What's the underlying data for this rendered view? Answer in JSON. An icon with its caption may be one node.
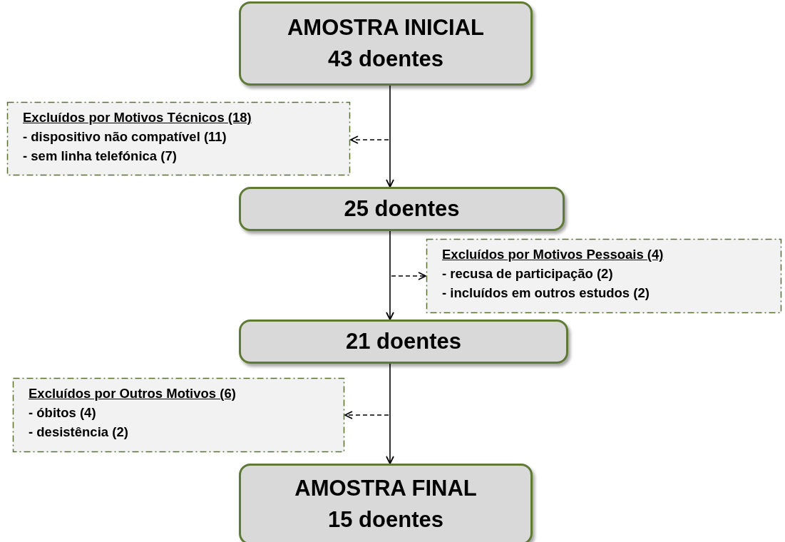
{
  "diagram": {
    "nodes": [
      {
        "text": [
          "AMOSTRA INICIAL",
          "43 doentes"
        ]
      },
      {
        "text": [
          "Excluídos por Motivos Técnicos (18)",
          "- dispositivo não compatível (11)",
          "- sem linha telefónica (7)"
        ]
      },
      {
        "text": [
          "25 doentes"
        ]
      },
      {
        "text": [
          "Excluídos por Motivos Pessoais (4)",
          "- recusa de participação (2)",
          "- incluídos em outros estudos (2)"
        ]
      },
      {
        "text": [
          "21 doentes"
        ]
      },
      {
        "text": [
          "Excluídos por Outros Motivos (6)",
          "- óbitos (4)",
          "- desistência (2)"
        ]
      },
      {
        "text": [
          "AMOSTRA FINAL",
          "15 doentes"
        ]
      }
    ],
    "edges": [
      {
        "from": 0,
        "to": 2,
        "arrow": "to"
      },
      {
        "from": null,
        "to": 1,
        "arrow": "to",
        "style": "dashed"
      },
      {
        "from": 2,
        "to": 4,
        "arrow": "to"
      },
      {
        "from": null,
        "to": 3,
        "arrow": "to",
        "style": "dashed"
      },
      {
        "from": 4,
        "to": 6,
        "arrow": "to"
      },
      {
        "from": null,
        "to": 5,
        "arrow": "to",
        "style": "dashed"
      }
    ]
  }
}
